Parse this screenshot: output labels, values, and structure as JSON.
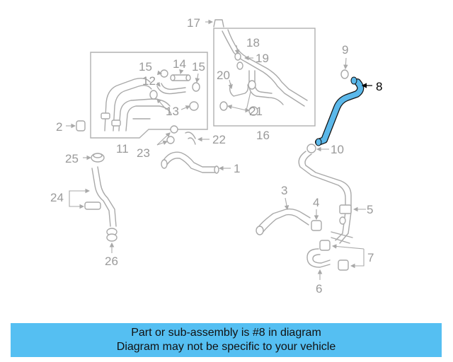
{
  "highlight_color": "#5bb8ea",
  "banner_color": "#55bff2",
  "banner": {
    "line1": "Part or sub-assembly is #8 in diagram",
    "line2": "Diagram may not be specific to your vehicle"
  },
  "callouts": {
    "c1": "1",
    "c2": "2",
    "c3": "3",
    "c4": "4",
    "c5": "5",
    "c6": "6",
    "c7": "7",
    "c8": "8",
    "c9": "9",
    "c10": "10",
    "c11": "11",
    "c12": "12",
    "c13": "13",
    "c14": "14",
    "c15a": "15",
    "c15b": "15",
    "c16": "16",
    "c17": "17",
    "c18": "18",
    "c19": "19",
    "c20": "20",
    "c21": "21",
    "c22": "22",
    "c23": "23",
    "c24": "24",
    "c25": "25",
    "c26": "26"
  }
}
